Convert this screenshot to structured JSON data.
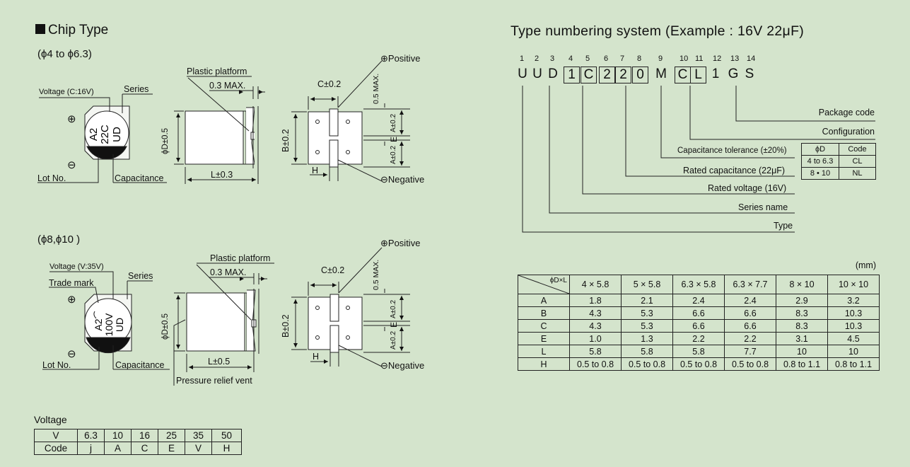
{
  "section_title": "Chip Type",
  "sub1": "(ϕ4 to ϕ6.3)",
  "sub2": "(ϕ8,ϕ10 )",
  "diag1": {
    "voltage": "Voltage (C:16V)",
    "series": "Series",
    "lot": "Lot No.",
    "capacitance": "Capacitance",
    "marks": [
      "A2",
      "22C",
      "UD"
    ],
    "plastic": "Plastic platform",
    "max03": "0.3 MAX.",
    "dia": "ϕD±0.5",
    "len": "L±0.3",
    "c": "C±0.2",
    "b": "B±0.2",
    "h": "H",
    "max05": "0.5 MAX.",
    "a": "A±0.2",
    "e": "E",
    "positive": "Positive",
    "negative": "Negative",
    "plus": "⊕",
    "minus": "⊖"
  },
  "diag2": {
    "voltage": "Voltage (V:35V)",
    "series": "Series",
    "trade": "Trade mark",
    "lot": "Lot No.",
    "capacitance": "Capacitance",
    "marks": [
      "A2",
      "100V",
      "UD"
    ],
    "plastic": "Plastic platform",
    "max03": "0.3 MAX.",
    "dia": "ϕD±0.5",
    "len": "L±0.5",
    "vent": "Pressure relief vent",
    "c": "C±0.2",
    "b": "B±0.2",
    "h": "H",
    "max05": "0.5 MAX.",
    "a": "A±0.2",
    "e": "E",
    "positive": "Positive",
    "negative": "Negative",
    "plus": "⊕",
    "minus": "⊖"
  },
  "voltage_table": {
    "title": "Voltage",
    "rows": [
      [
        "V",
        "6.3",
        "10",
        "16",
        "25",
        "35",
        "50"
      ],
      [
        "Code",
        "j",
        "A",
        "C",
        "E",
        "V",
        "H"
      ]
    ]
  },
  "numbering": {
    "title": "Type numbering system  (Example : 16V 22μF)",
    "positions": [
      "1",
      "2",
      "3",
      "4",
      "5",
      "6",
      "7",
      "8",
      "9",
      "10",
      "11",
      "12",
      "13",
      "14"
    ],
    "chars": [
      "U",
      "U",
      "D",
      "1",
      "C",
      "2",
      "2",
      "0",
      "M",
      "C",
      "L",
      "1",
      "G",
      "S"
    ],
    "boxed": [
      false,
      false,
      false,
      true,
      true,
      true,
      true,
      true,
      false,
      true,
      true,
      false,
      false,
      false
    ],
    "labels": {
      "package": "Package code",
      "config": "Configuration",
      "tolerance": "Capacitance tolerance (±20%)",
      "rated_cap": "Rated capacitance (22μF)",
      "rated_volt": "Rated voltage (16V)",
      "series": "Series name",
      "type": "Type"
    },
    "code_table": {
      "header": [
        "ϕD",
        "Code"
      ],
      "rows": [
        [
          "4 to 6.3",
          "CL"
        ],
        [
          "8 • 10",
          "NL"
        ]
      ]
    }
  },
  "dim_table": {
    "unit": "(mm)",
    "corner": "ϕD×L",
    "columns": [
      "4 × 5.8",
      "5 × 5.8",
      "6.3 × 5.8",
      "6.3 × 7.7",
      "8 × 10",
      "10 × 10"
    ],
    "rows": [
      {
        "label": "A",
        "values": [
          "1.8",
          "2.1",
          "2.4",
          "2.4",
          "2.9",
          "3.2"
        ]
      },
      {
        "label": "B",
        "values": [
          "4.3",
          "5.3",
          "6.6",
          "6.6",
          "8.3",
          "10.3"
        ]
      },
      {
        "label": "C",
        "values": [
          "4.3",
          "5.3",
          "6.6",
          "6.6",
          "8.3",
          "10.3"
        ]
      },
      {
        "label": "E",
        "values": [
          "1.0",
          "1.3",
          "2.2",
          "2.2",
          "3.1",
          "4.5"
        ]
      },
      {
        "label": "L",
        "values": [
          "5.8",
          "5.8",
          "5.8",
          "7.7",
          "10",
          "10"
        ]
      },
      {
        "label": "H",
        "values": [
          "0.5 to 0.8",
          "0.5 to 0.8",
          "0.5 to 0.8",
          "0.5 to 0.8",
          "0.8 to 1.1",
          "0.8 to 1.1"
        ]
      }
    ]
  }
}
